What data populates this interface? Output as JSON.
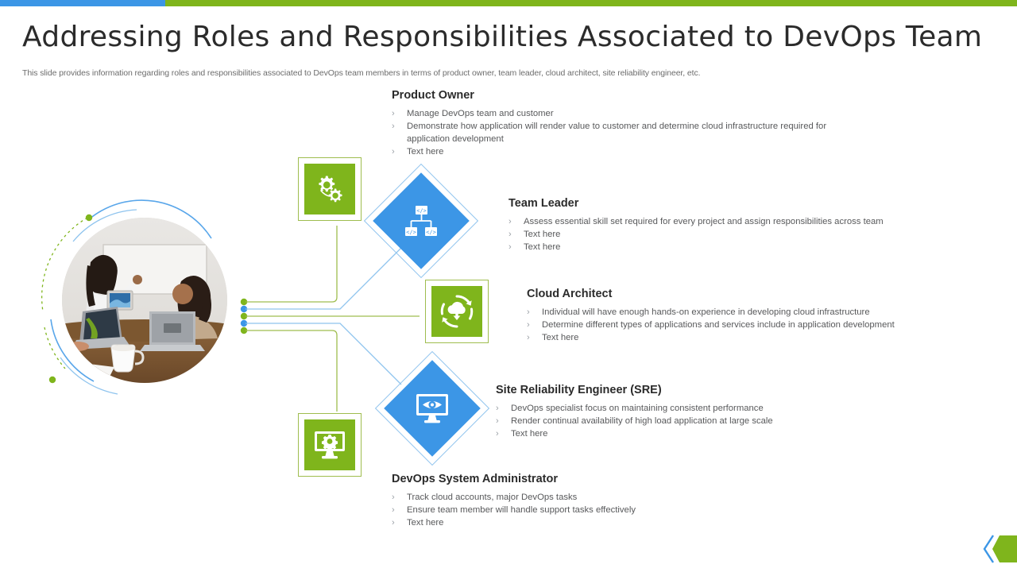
{
  "theme": {
    "green": "#7FB51C",
    "blue": "#3C96E6",
    "title_color": "#2b2b2b",
    "body_color": "#58595b"
  },
  "header": {
    "title": "Addressing Roles and Responsibilities Associated to DevOps Team",
    "subtitle": "This slide provides information regarding roles and responsibilities associated to DevOps team members in terms of product owner, team leader, cloud architect, site reliability engineer, etc."
  },
  "photo": {
    "caption": "team-meeting-whiteboard-laptops-photo"
  },
  "roles": [
    {
      "id": "product-owner",
      "title": "Product Owner",
      "icon": "gears-icon",
      "shape": "square",
      "bullets": [
        "Manage DevOps team and customer",
        "Demonstrate how application will render value to customer and determine cloud infrastructure required for application development",
        "Text here"
      ]
    },
    {
      "id": "team-leader",
      "title": "Team Leader",
      "icon": "org-chart-code-icon",
      "shape": "diamond",
      "bullets": [
        "Assess essential skill set required for every project and assign responsibilities across team",
        "Text here",
        "Text here"
      ]
    },
    {
      "id": "cloud-architect",
      "title": "Cloud Architect",
      "icon": "cloud-download-refresh-icon",
      "shape": "square",
      "bullets": [
        "Individual will have enough hands-on experience in developing cloud infrastructure",
        "Determine different types of applications and services include in application development",
        "Text here"
      ]
    },
    {
      "id": "site-reliability-engineer",
      "title": "Site Reliability Engineer (SRE)",
      "icon": "monitor-eye-icon",
      "shape": "diamond",
      "bullets": [
        "DevOps specialist focus on maintaining consistent performance",
        "Render continual availability of high load application at large scale",
        "Text here"
      ]
    },
    {
      "id": "devops-system-administrator",
      "title": "DevOps System Administrator",
      "icon": "monitor-gear-icon",
      "shape": "square",
      "bullets": [
        "Track cloud accounts, major DevOps tasks",
        "Ensure team member will handle support tasks effectively",
        "Text here"
      ]
    }
  ],
  "bullet_marker": "›",
  "footer": {
    "logo": "chevron-logo"
  }
}
